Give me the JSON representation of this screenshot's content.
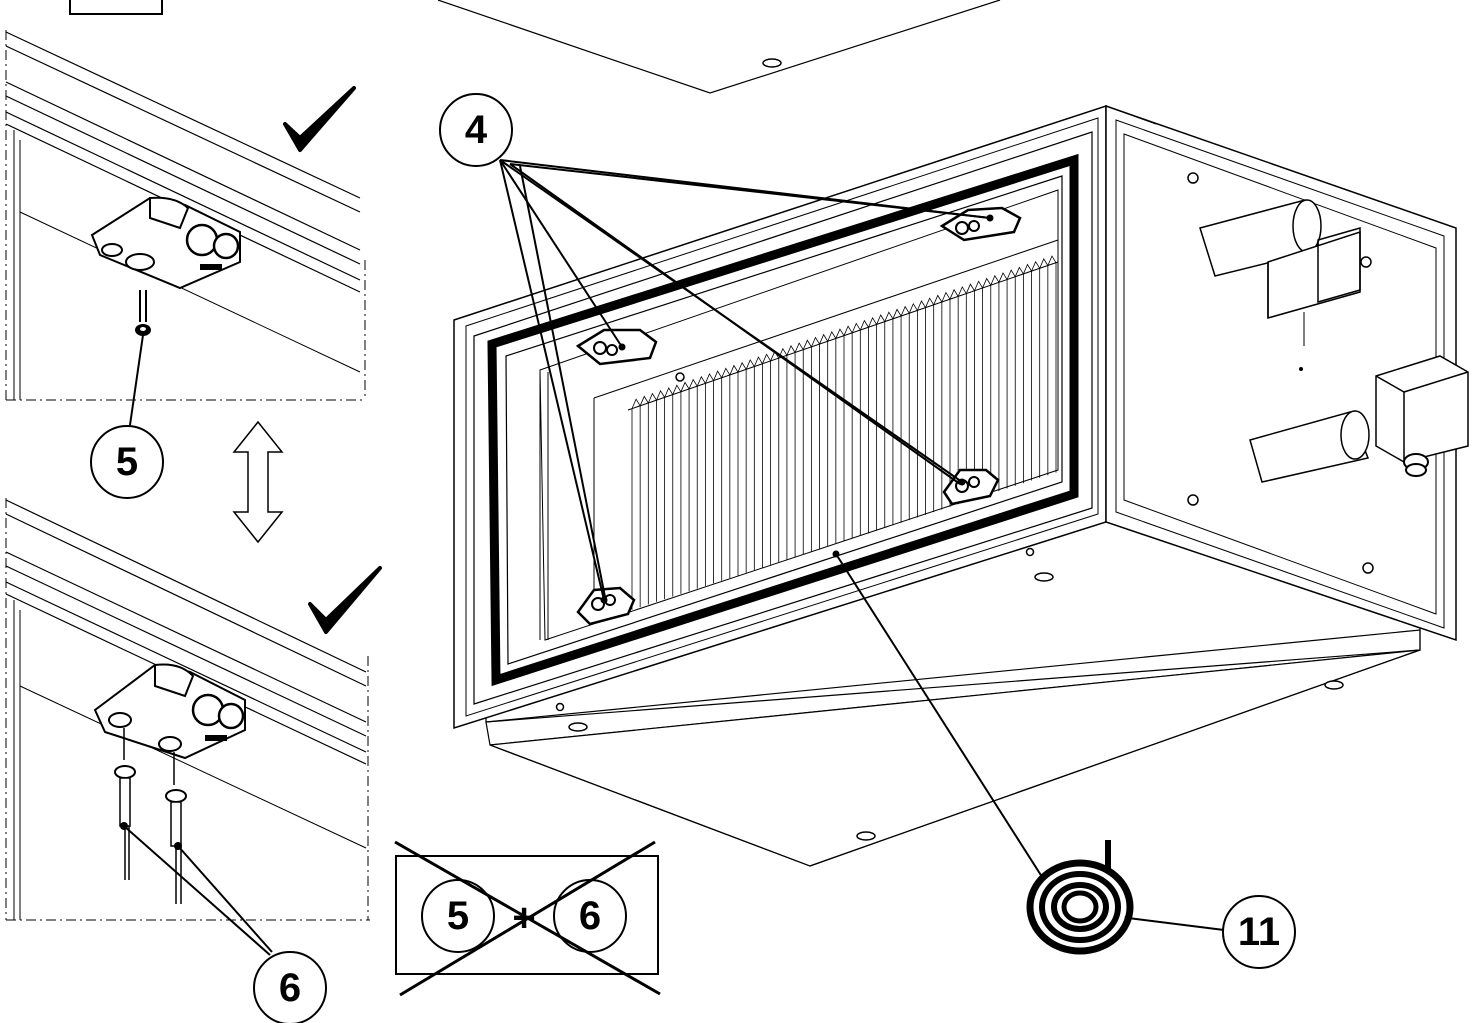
{
  "callouts": {
    "c4": "4",
    "c5": "5",
    "c6": "6",
    "c11": "11",
    "combo_left": "5",
    "combo_plus": "+",
    "combo_right": "6"
  },
  "icons": {
    "check": "checkmark-icon",
    "double_arrow": "double-arrow-icon",
    "cross": "cross-out-icon"
  },
  "colors": {
    "ink": "#000000",
    "paper": "#ffffff"
  }
}
